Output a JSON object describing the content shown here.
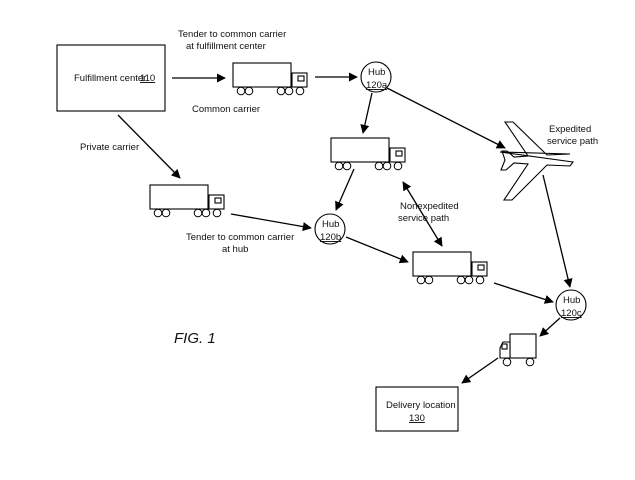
{
  "nodes": {
    "fulfillment_center": {
      "label": "Fulfillment center",
      "ref": "110"
    },
    "hub_a": {
      "label": "Hub",
      "ref": "120a"
    },
    "hub_b": {
      "label": "Hub",
      "ref": "120b"
    },
    "hub_c": {
      "label": "Hub",
      "ref": "120c"
    },
    "delivery_location": {
      "label": "Delivery location",
      "ref": "130"
    }
  },
  "annotations": {
    "tender_fc_line1": "Tender to common carrier",
    "tender_fc_line2": "at fulfillment center",
    "common_carrier": "Common carrier",
    "private_carrier": "Private carrier",
    "tender_hub_line1": "Tender to common carrier",
    "tender_hub_line2": "at hub",
    "nonexpedited_line1": "Nonexpedited",
    "nonexpedited_line2": "service path",
    "expedited_line1": "Expedited",
    "expedited_line2": "service path"
  },
  "figure_label": "FIG. 1",
  "icons": [
    "truck-icon",
    "airplane-icon",
    "delivery-van-icon"
  ]
}
